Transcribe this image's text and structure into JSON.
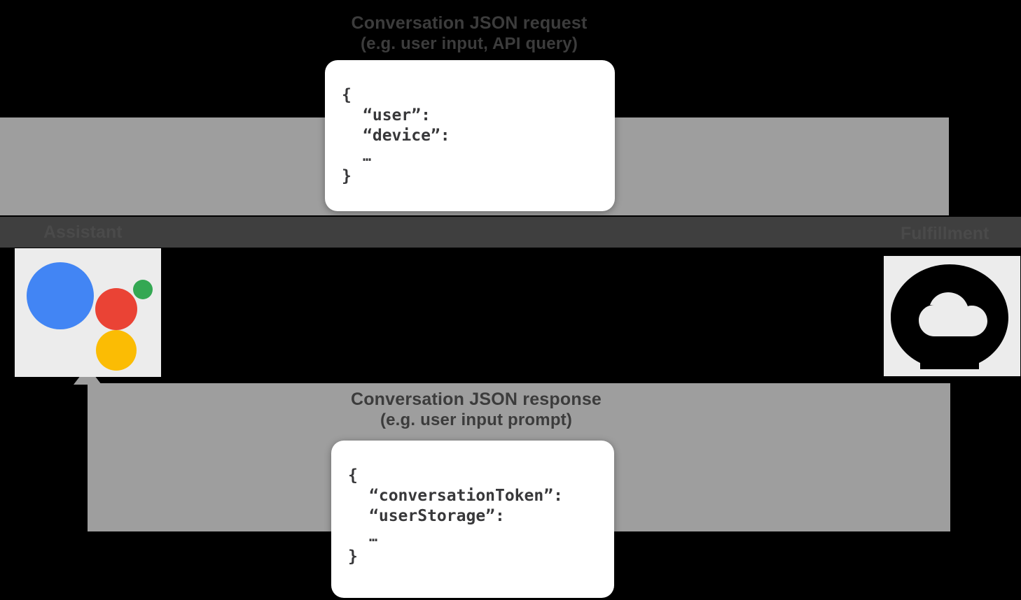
{
  "diagram": {
    "title_request": "Conversation JSON request",
    "subtitle_request": "(e.g. user input, API query)",
    "title_response": "Conversation JSON response",
    "subtitle_response": "(e.g. user input prompt)",
    "endpoint_left": "Assistant",
    "endpoint_right": "Fulfillment"
  },
  "request_payload": {
    "open_brace": "{",
    "line1": "“user”:",
    "line2": "“device”:",
    "ellipsis": "…",
    "close_brace": "}"
  },
  "response_payload": {
    "open_brace": "{",
    "line1": "“conversationToken”:",
    "line2": "“userStorage”:",
    "ellipsis": "…",
    "close_brace": "}"
  },
  "icons": {
    "assistant": "google-assistant-dots-icon",
    "fulfillment": "cloud-function-icon"
  },
  "colors": {
    "background": "#000000",
    "band": "#9e9e9e",
    "center_strip": "#3f3f3f",
    "tile": "#ececec",
    "card": "#ffffff",
    "text": "#3c3c3c",
    "assistant_blue": "#4285F4",
    "assistant_red": "#EA4335",
    "assistant_green": "#34A853",
    "assistant_yellow": "#FBBC04"
  }
}
